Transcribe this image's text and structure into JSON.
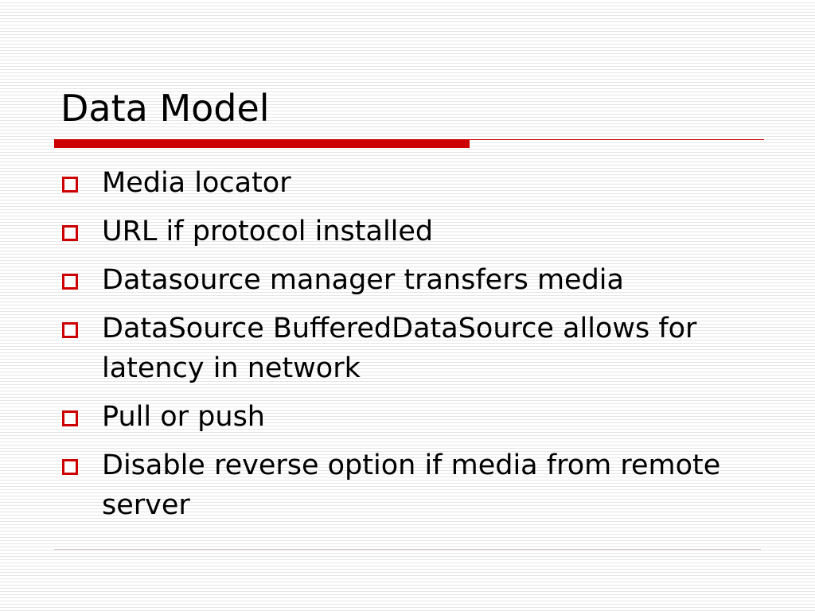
{
  "slide": {
    "title": "Data Model",
    "accent_color": "#cc0000",
    "bullet_icon": "hollow-square-bullet-icon",
    "bullets": [
      "Media locator",
      "URL if protocol installed",
      "Datasource manager transfers media",
      "DataSource BufferedDataSource allows for latency in network",
      "Pull or push",
      "Disable reverse option if media from remote server"
    ]
  }
}
